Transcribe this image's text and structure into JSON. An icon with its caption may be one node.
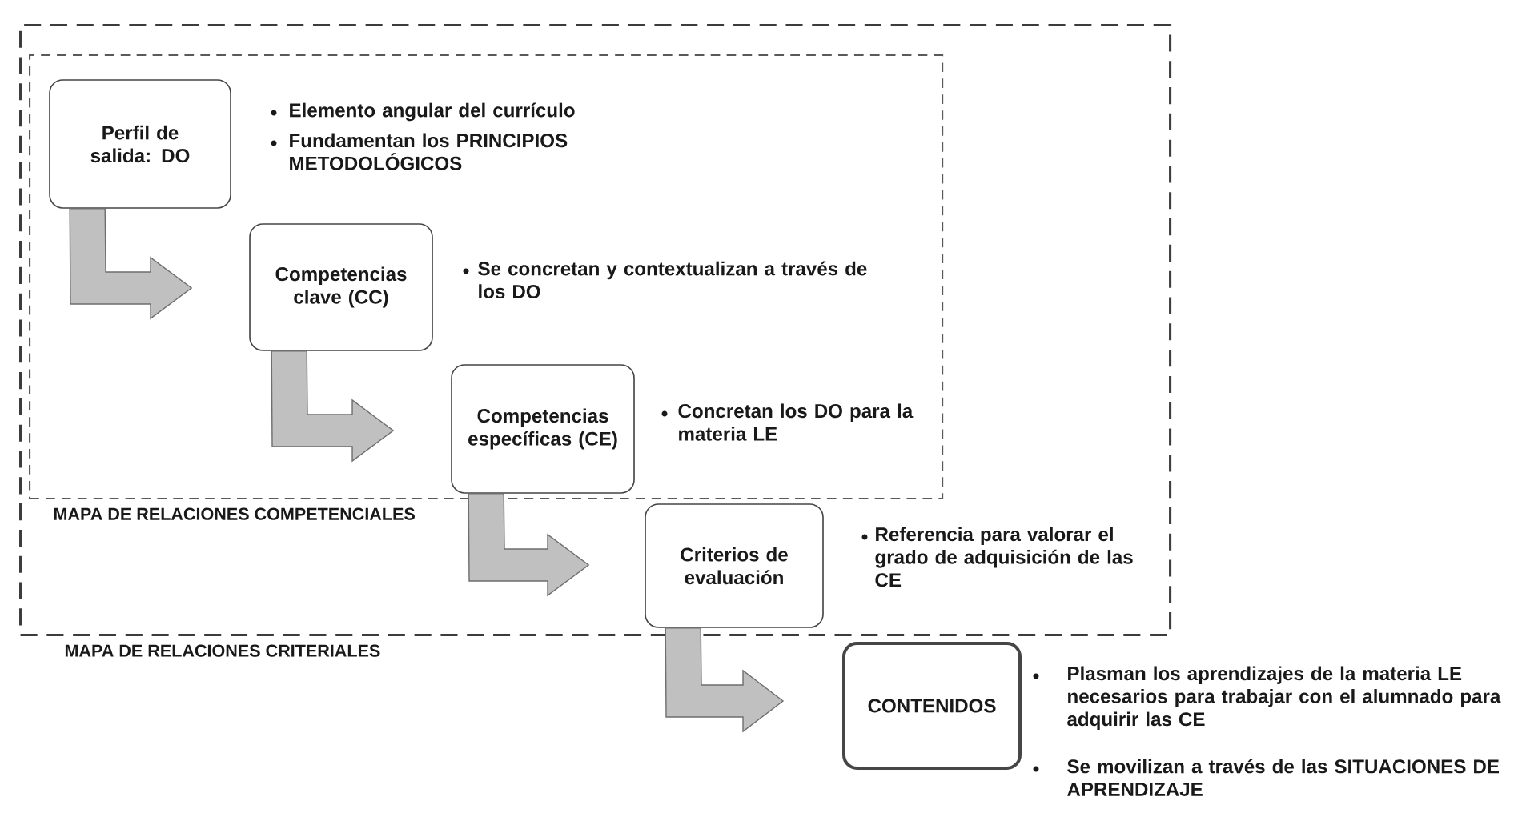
{
  "diagram": {
    "nodes": [
      {
        "text": [
          "MAPA DE RELACIONES CRITERIALES"
        ]
      },
      {
        "text": [
          "MAPA DE RELACIONES COMPETENCIALES"
        ],
        "in": 0
      },
      {
        "text": [
          "Perfil de salida: DO"
        ],
        "in": 1,
        "beside": [
          "Elemento angular del currículo",
          "Fundamentan los PRINCIPIOS METODOLÓGICOS"
        ]
      },
      {
        "text": [
          "Competencias clave (CC)"
        ],
        "in": 1,
        "beside": [
          "Se concretan y contextualizan a través de los DO"
        ]
      },
      {
        "text": [
          "Competencias específicas (CE)"
        ],
        "in": 1,
        "beside": [
          "Concretan los DO para la materia LE"
        ]
      },
      {
        "text": [
          "Criterios de evaluación"
        ],
        "in": 0,
        "beside": [
          "Referencia para valorar el grado de adquisición de las CE"
        ]
      },
      {
        "text": [
          "CONTENIDOS"
        ],
        "beside": [
          "Plasman los aprendizajes de la materia LE necesarios para trabajar con el alumnado para adquirir las CE",
          "Se movilizan a través de las SITUACIONES DE APRENDIZAJE"
        ]
      }
    ],
    "edges": [
      {
        "from": 2,
        "to": 3,
        "arrow": "to"
      },
      {
        "from": 3,
        "to": 4,
        "arrow": "to"
      },
      {
        "from": 4,
        "to": 5,
        "arrow": "to"
      },
      {
        "from": 5,
        "to": 6,
        "arrow": "to"
      }
    ]
  }
}
